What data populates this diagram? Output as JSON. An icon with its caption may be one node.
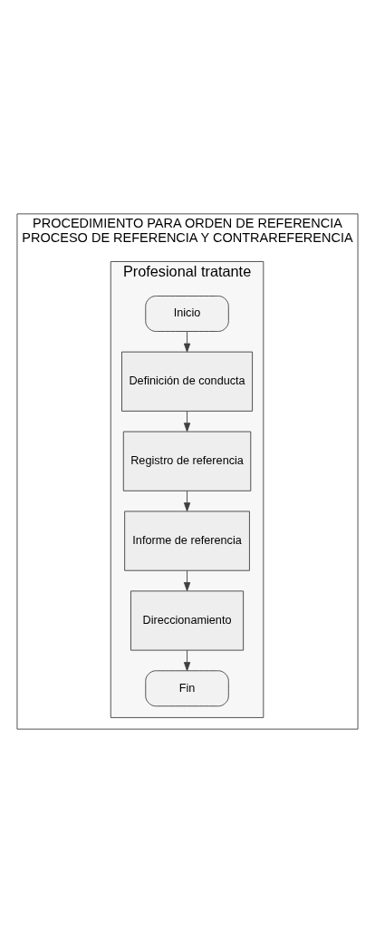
{
  "diagram": {
    "nodes": [
      {
        "text": [
          "PROCEDIMIENTO PARA ORDEN DE REFERENCIA",
          "PROCESO DE REFERENCIA Y CONTRAREFERENCIA"
        ]
      },
      {
        "text": [
          "Profesional tratante"
        ],
        "in": 0
      },
      {
        "text": [
          "Inicio"
        ],
        "in": 1
      },
      {
        "text": [
          "Definición de conducta"
        ],
        "in": 1
      },
      {
        "text": [
          "Registro de referencia"
        ],
        "in": 1
      },
      {
        "text": [
          "Informe de referencia"
        ],
        "in": 1
      },
      {
        "text": [
          "Direccionamiento"
        ],
        "in": 1
      },
      {
        "text": [
          "Fin"
        ],
        "in": 1
      }
    ],
    "edges": [
      {
        "from": 2,
        "to": 3,
        "arrow": "to"
      },
      {
        "from": 3,
        "to": 4,
        "arrow": "to"
      },
      {
        "from": 4,
        "to": 5,
        "arrow": "to"
      },
      {
        "from": 5,
        "to": 6,
        "arrow": "to"
      },
      {
        "from": 6,
        "to": 7,
        "arrow": "to"
      }
    ]
  }
}
